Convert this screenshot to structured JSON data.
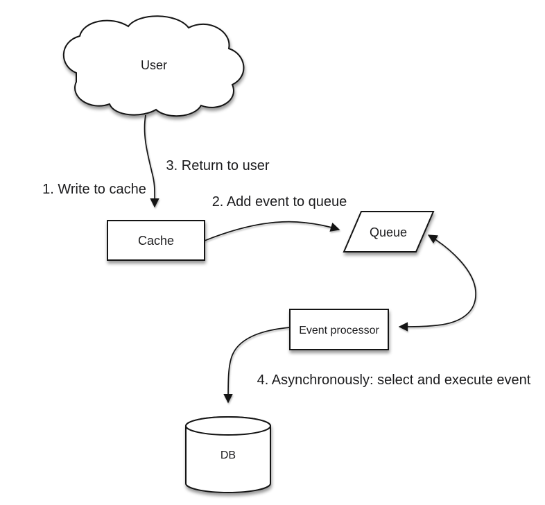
{
  "diagram": {
    "background_color": "#ffffff",
    "stroke_color": "#141414",
    "text_color": "#1b1b1d",
    "nodes": {
      "user": {
        "label": "User",
        "shape": "cloud"
      },
      "cache": {
        "label": "Cache",
        "shape": "rectangle"
      },
      "queue": {
        "label": "Queue",
        "shape": "parallelogram"
      },
      "event_processor": {
        "label": "Event processor",
        "shape": "rectangle"
      },
      "db": {
        "label": "DB",
        "shape": "cylinder"
      }
    },
    "edge_labels": {
      "step1": "1. Write to cache",
      "step2": "2. Add event to queue",
      "step3": "3. Return to user",
      "step4": "4. Asynchronously: select and execute event"
    }
  }
}
